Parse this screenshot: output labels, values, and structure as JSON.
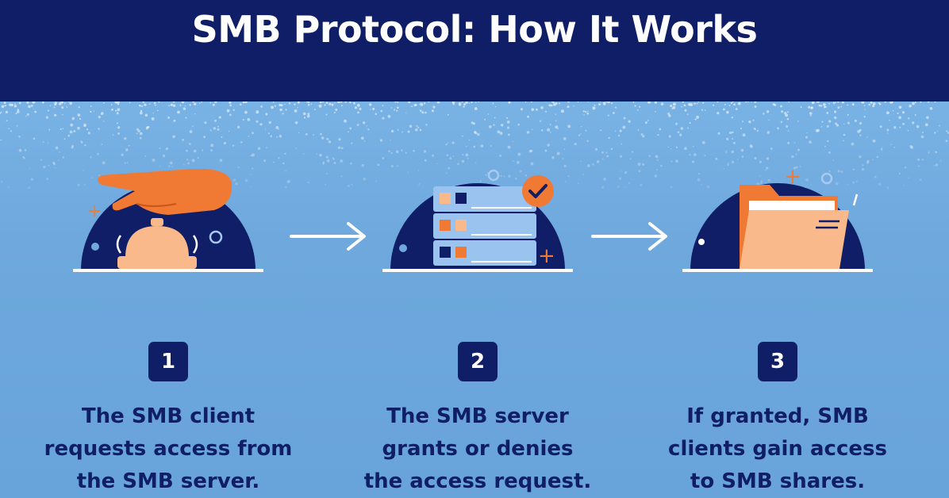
{
  "title": "SMB Protocol: How It Works",
  "colors": {
    "navy": "#0f1e66",
    "sky": "#6fa8dc",
    "orange": "#f07a33",
    "peach": "#f9b98a",
    "white": "#ffffff"
  },
  "steps": [
    {
      "number": "1",
      "lines": [
        "The SMB client",
        "requests access from",
        "the SMB server."
      ],
      "icon": "hand-bell-icon"
    },
    {
      "number": "2",
      "lines": [
        "The SMB server",
        "grants or denies",
        "the access request."
      ],
      "icon": "server-check-icon"
    },
    {
      "number": "3",
      "lines": [
        "If granted, SMB",
        "clients gain access",
        "to SMB shares."
      ],
      "icon": "folder-icon"
    }
  ],
  "arrows": [
    "right-arrow-icon",
    "right-arrow-icon"
  ]
}
